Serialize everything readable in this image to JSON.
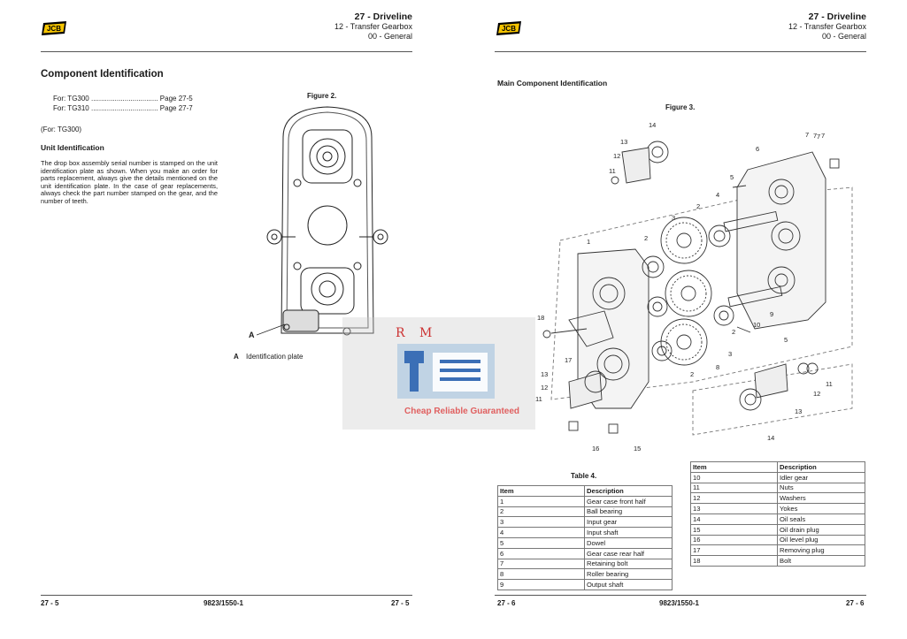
{
  "left": {
    "logo": "JCB",
    "header": {
      "title": "27 - Driveline",
      "subtitle": "12 - Transfer Gearbox",
      "section": "00 - General"
    },
    "heading": "Component Identification",
    "toc": [
      {
        "label": "For: TG300 ..................................",
        "page": "Page 27-5"
      },
      {
        "label": "For: TG310 ..................................",
        "page": "Page 27-7"
      }
    ],
    "for_note": "(For: TG300)",
    "subheading": "Unit Identification",
    "paragraph": "The drop box assembly serial number is stamped on the unit identification plate as shown. When you make an order for parts replacement, always give the details mentioned on the unit identification plate. In the case of gear replacements, always check the part number stamped on the gear, and the number of teeth.",
    "figure_caption": "Figure 2.",
    "callout_letter": "A",
    "legend_letter": "A",
    "legend_text": "Identification plate",
    "footer": {
      "left": "27 - 5",
      "center": "9823/1550-1",
      "right": "27 - 5"
    }
  },
  "right": {
    "logo": "JCB",
    "header": {
      "title": "27 - Driveline",
      "subtitle": "12 - Transfer Gearbox",
      "section": "00 - General"
    },
    "heading": "Main Component Identification",
    "figure_caption": "Figure 3.",
    "callouts": [
      "1",
      "2",
      "3",
      "4",
      "5",
      "6",
      "7",
      "8",
      "9",
      "10",
      "11",
      "12",
      "13",
      "14",
      "15",
      "16",
      "17",
      "18"
    ],
    "table4": {
      "caption": "Table 4.",
      "headers": [
        "Item",
        "Description"
      ],
      "rows": [
        [
          "1",
          "Gear case front half"
        ],
        [
          "2",
          "Ball bearing"
        ],
        [
          "3",
          "Input gear"
        ],
        [
          "4",
          "Input shaft"
        ],
        [
          "5",
          "Dowel"
        ],
        [
          "6",
          "Gear case rear half"
        ],
        [
          "7",
          "Retaining bolt"
        ],
        [
          "8",
          "Roller bearing"
        ],
        [
          "9",
          "Output shaft"
        ]
      ]
    },
    "table5": {
      "headers": [
        "Item",
        "Description"
      ],
      "rows": [
        [
          "10",
          "Idler gear"
        ],
        [
          "11",
          "Nuts"
        ],
        [
          "12",
          "Washers"
        ],
        [
          "13",
          "Yokes"
        ],
        [
          "14",
          "Oil seals"
        ],
        [
          "15",
          "Oil drain plug"
        ],
        [
          "16",
          "Oil level plug"
        ],
        [
          "17",
          "Removing plug"
        ],
        [
          "18",
          "Bolt"
        ]
      ]
    },
    "footer": {
      "left": "27 - 6",
      "center": "9823/1550-1",
      "right": "27 - 6"
    }
  },
  "watermark": {
    "brand": "R M",
    "tagline": "Cheap Reliable Guaranteed"
  }
}
